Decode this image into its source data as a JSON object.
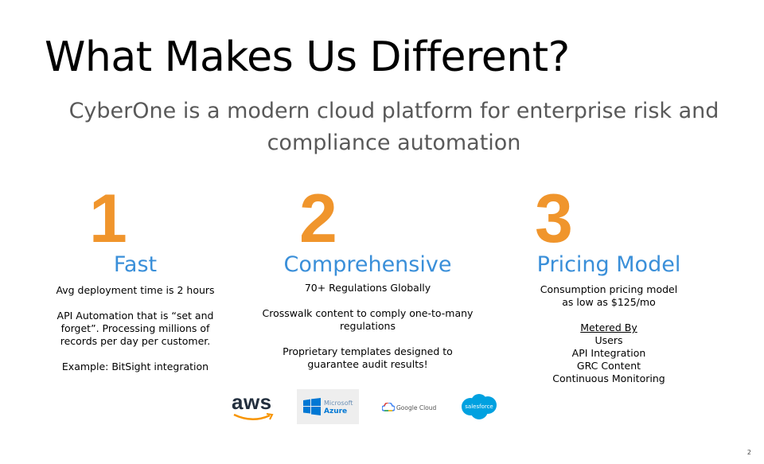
{
  "slide": {
    "title": "What Makes Us Different?",
    "subtitle": "CyberOne is a modern cloud platform for enterprise risk and compliance automation",
    "page_number": "2"
  },
  "columns": [
    {
      "number": "1",
      "heading": "Fast",
      "paragraphs": [
        "Avg deployment time is 2 hours",
        "API Automation that is “set and forget”. Processing millions of records per day per customer.",
        "Example: BitSight integration"
      ]
    },
    {
      "number": "2",
      "heading": "Comprehensive",
      "paragraphs": [
        "70+ Regulations Globally",
        "Crosswalk content to comply one-to-many regulations",
        "Proprietary templates designed to guarantee audit results!"
      ]
    },
    {
      "number": "3",
      "heading": "Pricing Model",
      "intro": "Consumption pricing model as low as $125/mo",
      "metered_label": "Metered By",
      "metered_items": [
        "Users",
        "API Integration",
        "GRC Content",
        "Continuous Monitoring"
      ]
    }
  ],
  "logos": {
    "aws": "aws",
    "azure_line1": "Microsoft",
    "azure_line2": "Azure",
    "google": "Google Cloud",
    "salesforce": "salesforce"
  },
  "colors": {
    "accent_number": "#f0952c",
    "heading_blue": "#3a8fd9",
    "subtitle_gray": "#595959"
  }
}
